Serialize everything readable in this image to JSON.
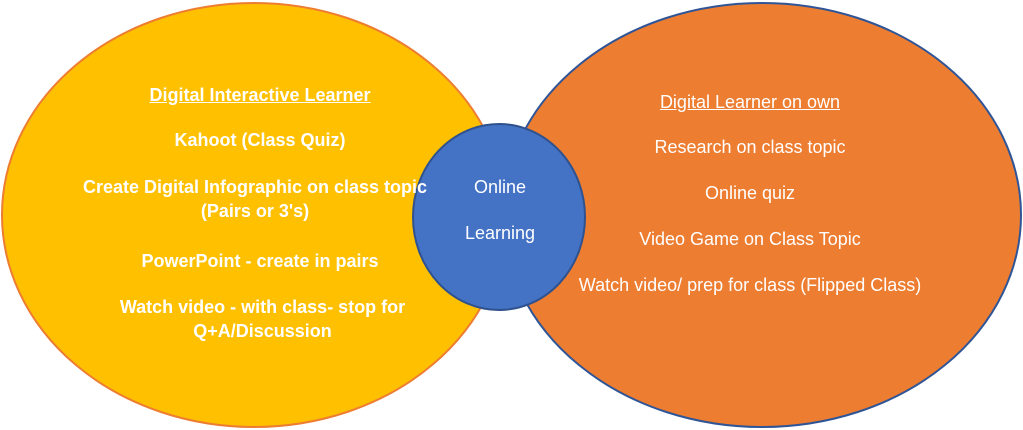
{
  "left": {
    "title": "Digital Interactive Learner",
    "items": [
      "Kahoot (Class Quiz)",
      "Create Digital Infographic on class topic (Pairs or 3's)",
      "PowerPoint - create in pairs",
      "Watch video - with class- stop for Q+A/Discussion"
    ],
    "color": "#FFC000"
  },
  "right": {
    "title": "Digital Learner on own",
    "items": [
      "Research on class topic",
      "Online quiz",
      "Video Game on Class Topic",
      "Watch video/ prep for class (Flipped Class)"
    ],
    "color": "#ED7D31"
  },
  "center": {
    "line1": "Online",
    "line2": "Learning",
    "color": "#4472C4"
  }
}
